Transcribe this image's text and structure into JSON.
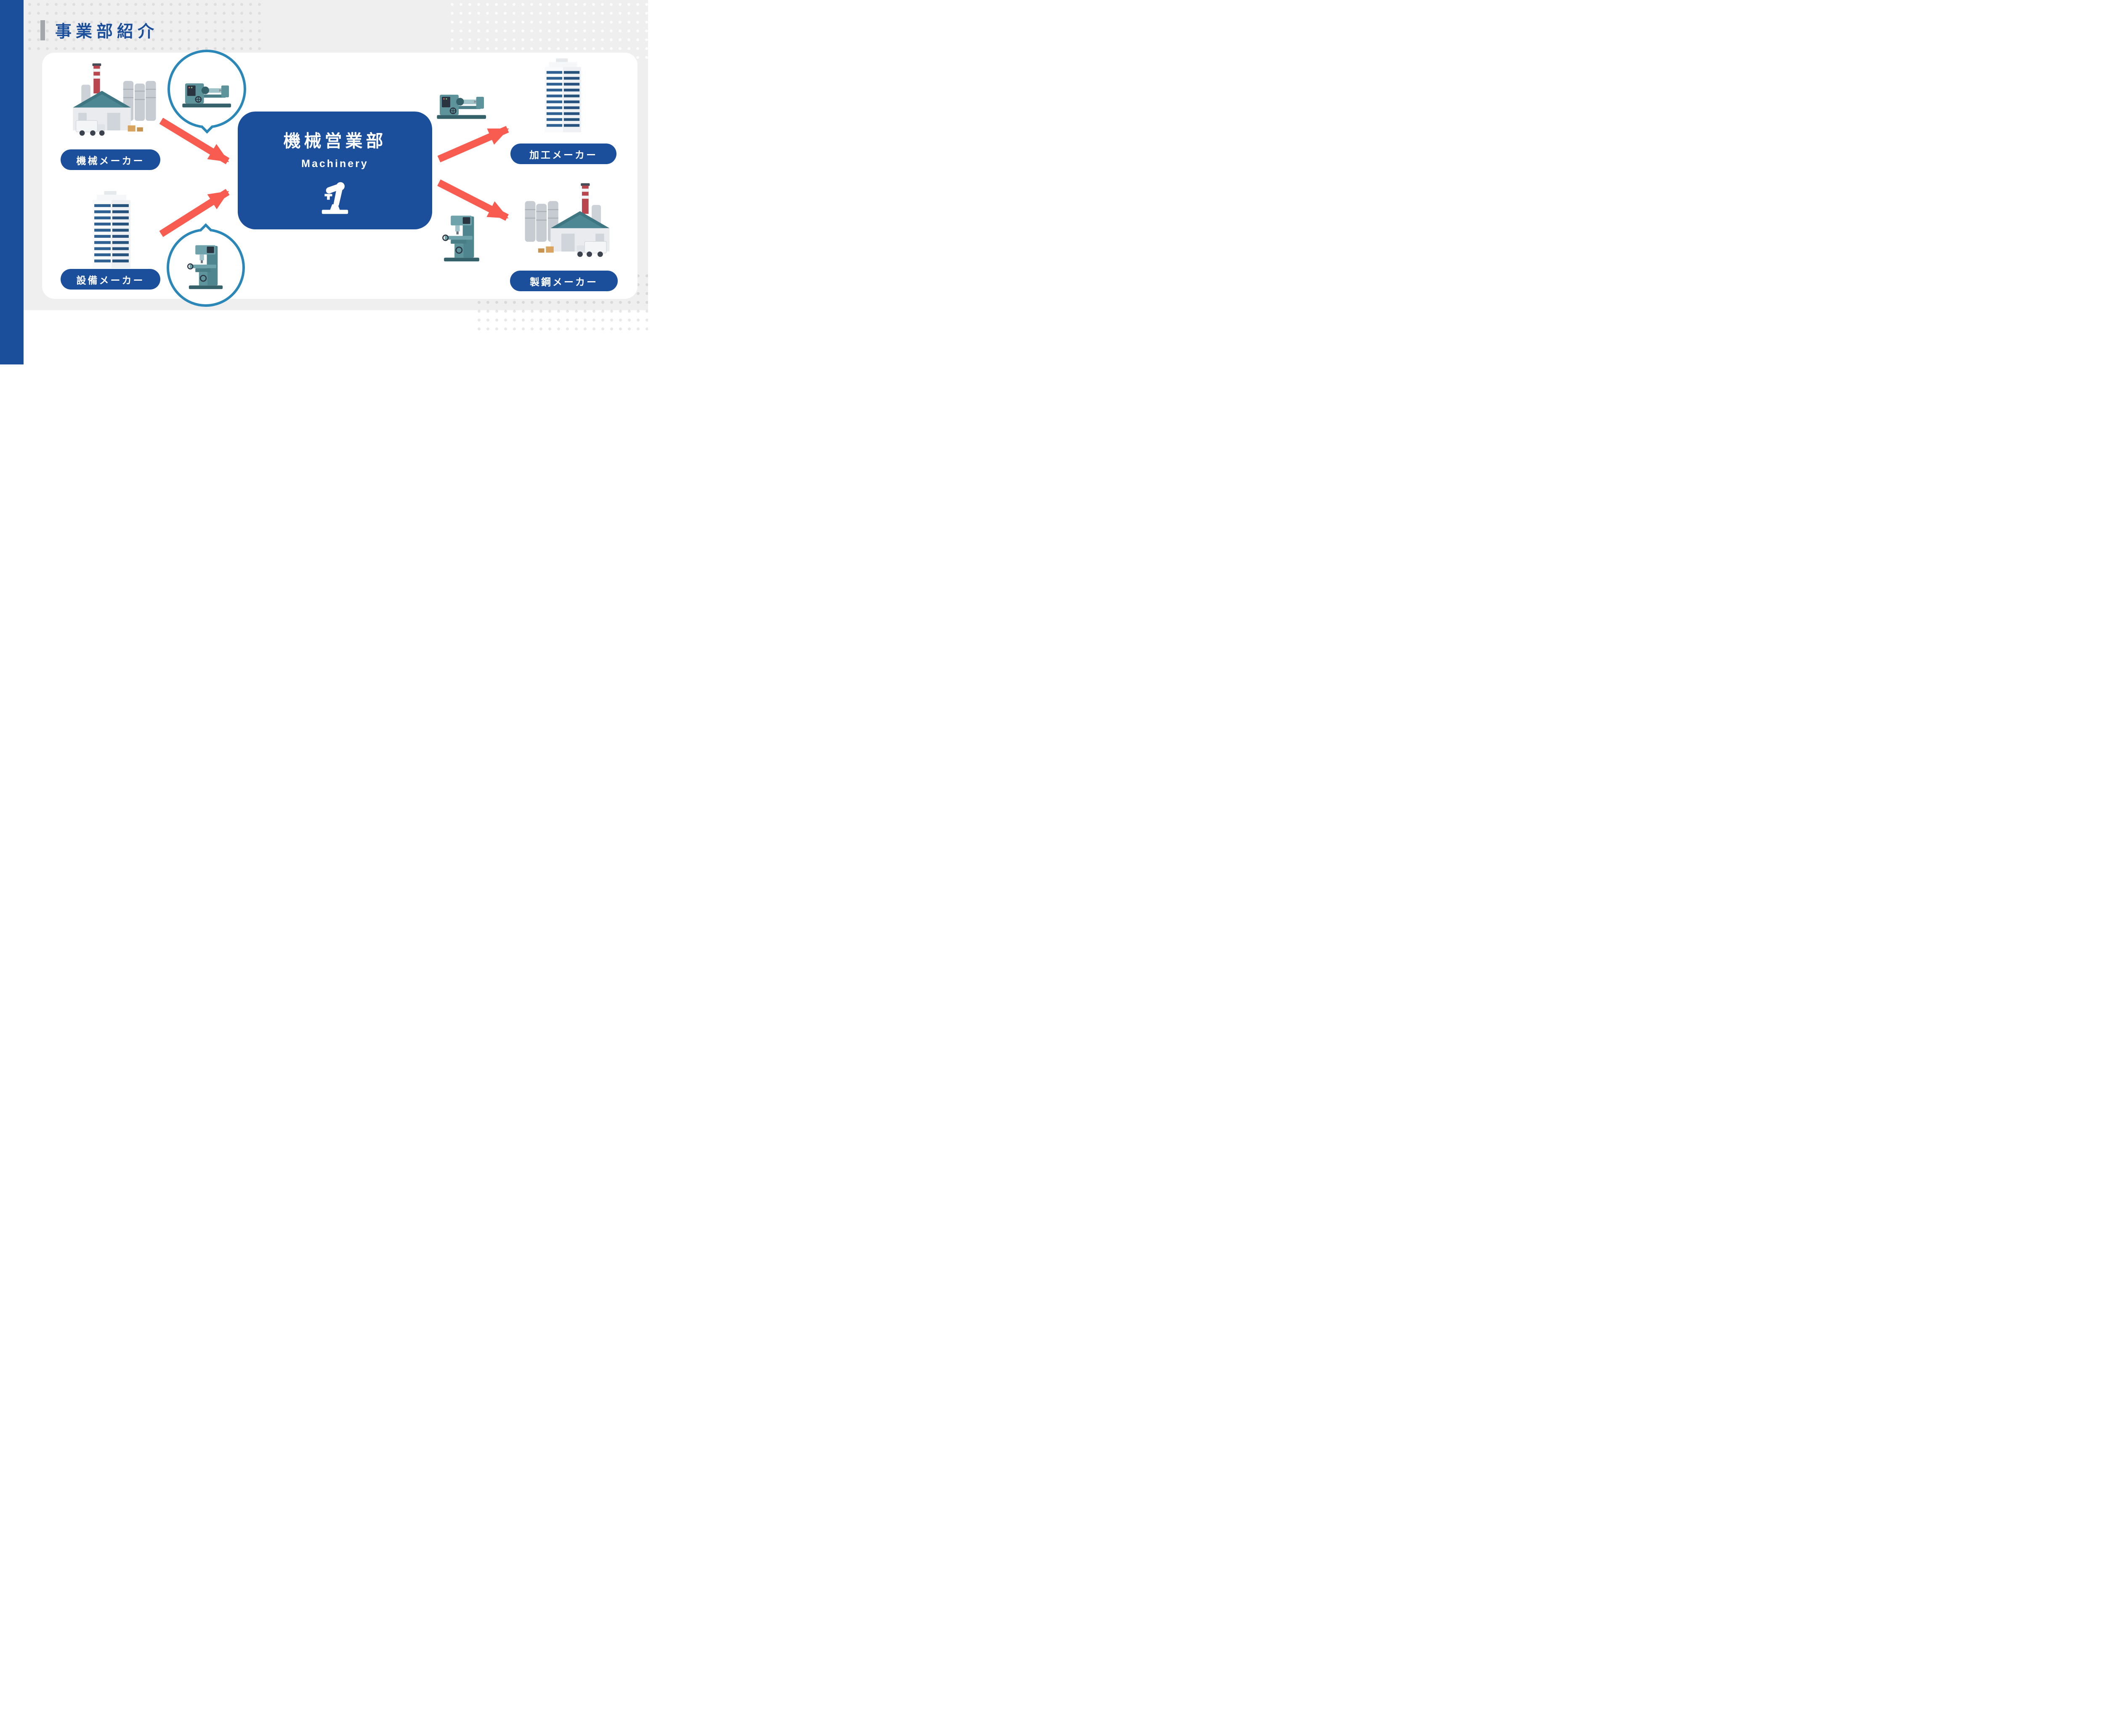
{
  "colors": {
    "brand_blue": "#1b4e9b",
    "arrow_red": "#f85c50",
    "bubble_border": "#2b87b8",
    "bg_gray": "#efefef",
    "machine_teal": "#5d939b"
  },
  "header": {
    "title": "事業部紹介"
  },
  "diagram": {
    "center": {
      "title": "機械営業部",
      "subtitle": "Machinery",
      "icon": "robot-arm-icon"
    },
    "left_nodes": [
      {
        "label": "機械メーカー",
        "illustration": "factory"
      },
      {
        "label": "設備メーカー",
        "illustration": "office-building"
      }
    ],
    "right_nodes": [
      {
        "label": "加工メーカー",
        "illustration": "office-tower"
      },
      {
        "label": "製鋼メーカー",
        "illustration": "steel-factory"
      }
    ],
    "bubbles": [
      {
        "icon": "lathe-machine-icon"
      },
      {
        "icon": "milling-machine-icon"
      }
    ],
    "right_machines": [
      {
        "icon": "lathe-machine-icon"
      },
      {
        "icon": "milling-machine-icon"
      }
    ]
  }
}
